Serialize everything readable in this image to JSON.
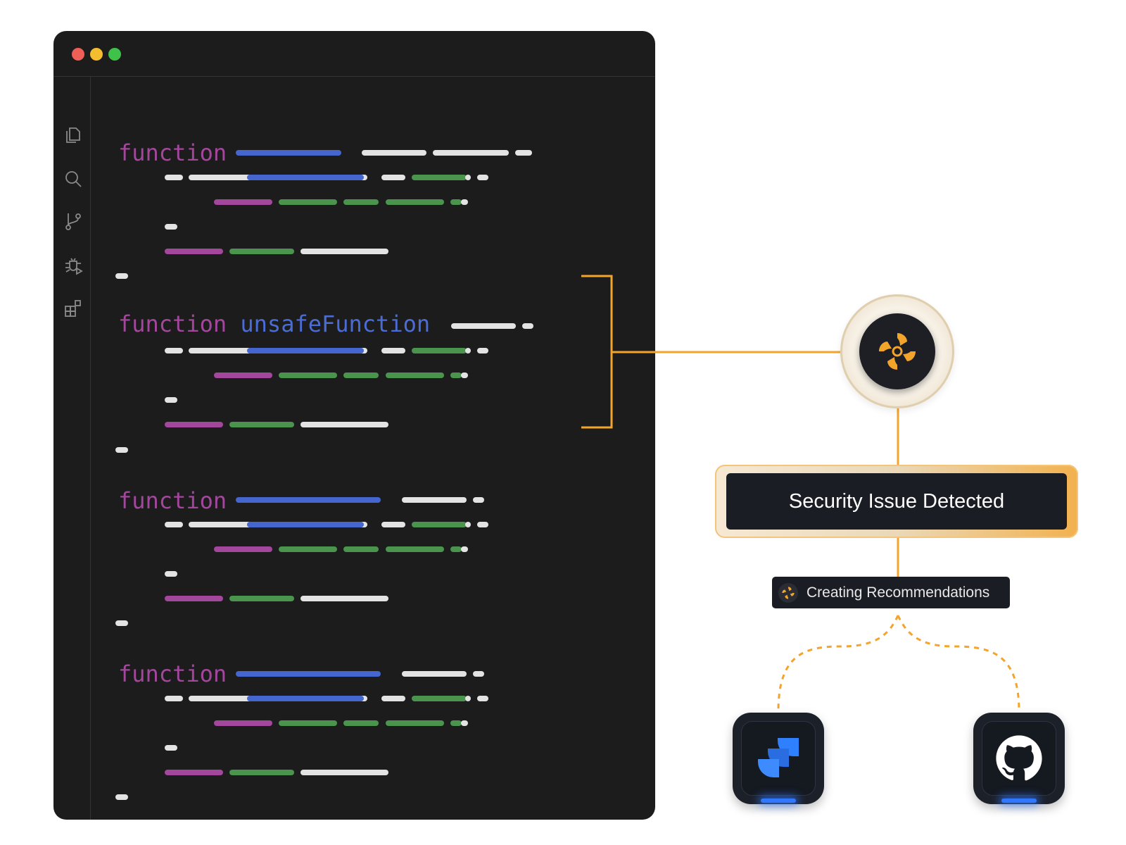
{
  "editor": {
    "keyword": "function",
    "highlighted_function_name": "unsafeFunction",
    "activity_icons": [
      "files-icon",
      "search-icon",
      "source-control-icon",
      "debug-icon",
      "extensions-icon"
    ]
  },
  "detector": {
    "alert_label": "Security Issue Detected",
    "status_chip": "Creating Recommendations"
  },
  "integrations": [
    "jira-icon",
    "github-icon"
  ],
  "colors": {
    "accent": "#f3a42b",
    "keyword": "#a2479c",
    "identifier": "#4566cf",
    "string": "#4a944e",
    "editor_bg": "#1c1c1c"
  }
}
